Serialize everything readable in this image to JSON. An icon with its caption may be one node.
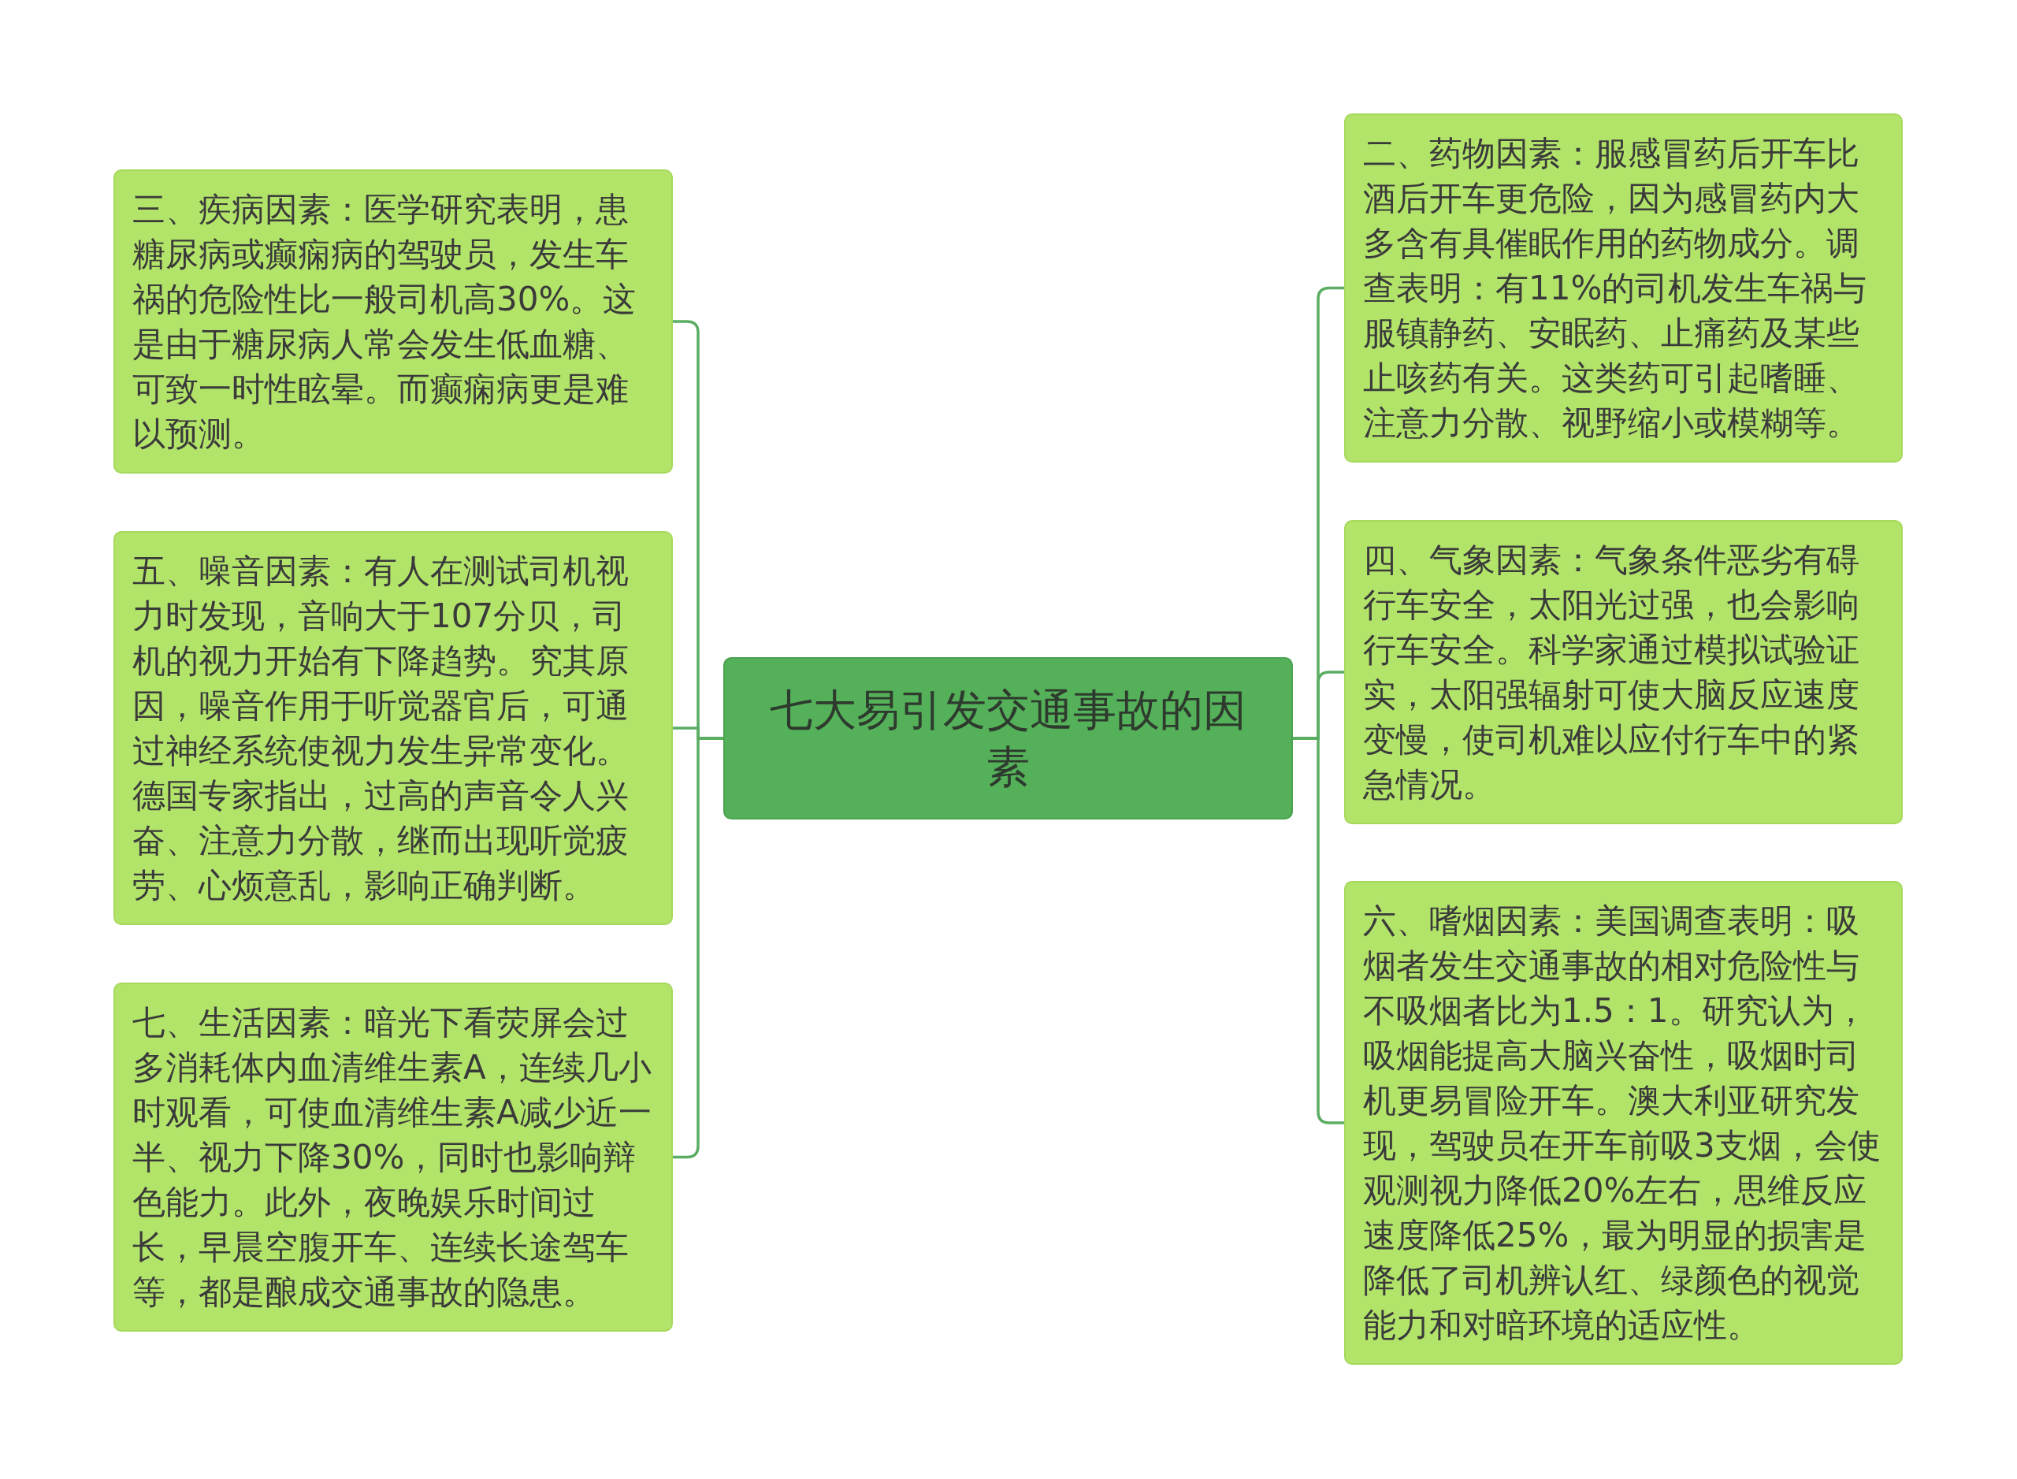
{
  "diagram": {
    "nodes": [
      {
        "text": [
          "七大易引发交通事故的因素"
        ]
      },
      {
        "text": [
          "二、药物因素：服感冒药后开车比酒后开车更危险，因为感冒药内大多含有具催眠作用的药物成分。调查表明：有11%的司机发生车祸与服镇静药、安眠药、止痛药及某些止咳药有关。这类药可引起嗜睡、注意力分散、视野缩小或模糊等。"
        ]
      },
      {
        "text": [
          "三、疾病因素：医学研究表明，患糖尿病或癫痫病的驾驶员，发生车祸的危险性比一般司机高30%。这是由于糖尿病人常会发生低血糖、可致一时性眩晕。而癫痫病更是难以预测。"
        ]
      },
      {
        "text": [
          "四、气象因素：气象条件恶劣有碍行车安全，太阳光过强，也会影响行车安全。科学家通过模拟试验证实，太阳强辐射可使大脑反应速度变慢，使司机难以应付行车中的紧急情况。"
        ]
      },
      {
        "text": [
          "五、噪音因素：有人在测试司机视力时发现，音响大于107分贝，司机的视力开始有下降趋势。究其原因，噪音作用于听觉器官后，可通过神经系统使视力发生异常变化。德国专家指出，过高的声音令人兴奋、注意力分散，继而出现听觉疲劳、心烦意乱，影响正确判断。"
        ]
      },
      {
        "text": [
          "六、嗜烟因素：美国调查表明：吸烟者发生交通事故的相对危险性与不吸烟者比为1.5：1。研究认为，吸烟能提高大脑兴奋性，吸烟时司机更易冒险开车。澳大利亚研究发现，驾驶员在开车前吸3支烟，会使观测视力降低20%左右，思维反应速度降低25%，最为明显的损害是降低了司机辨认红、绿颜色的视觉能力和对暗环境的适应性。"
        ]
      },
      {
        "text": [
          "七、生活因素：暗光下看荧屏会过多消耗体内血清维生素A，连续几小时观看，可使血清维生素A减少近一半、视力下降30%，同时也影响辩色能力。此外，夜晚娱乐时间过长，早晨空腹开车、连续长途驾车等，都是酿成交通事故的隐患。"
        ]
      }
    ],
    "edges": [
      {
        "from": 0,
        "to": 1,
        "arrow": "none"
      },
      {
        "from": 0,
        "to": 2,
        "arrow": "none"
      },
      {
        "from": 0,
        "to": 3,
        "arrow": "none"
      },
      {
        "from": 0,
        "to": 4,
        "arrow": "none"
      },
      {
        "from": 0,
        "to": 5,
        "arrow": "none"
      },
      {
        "from": 0,
        "to": 6,
        "arrow": "none"
      }
    ]
  }
}
